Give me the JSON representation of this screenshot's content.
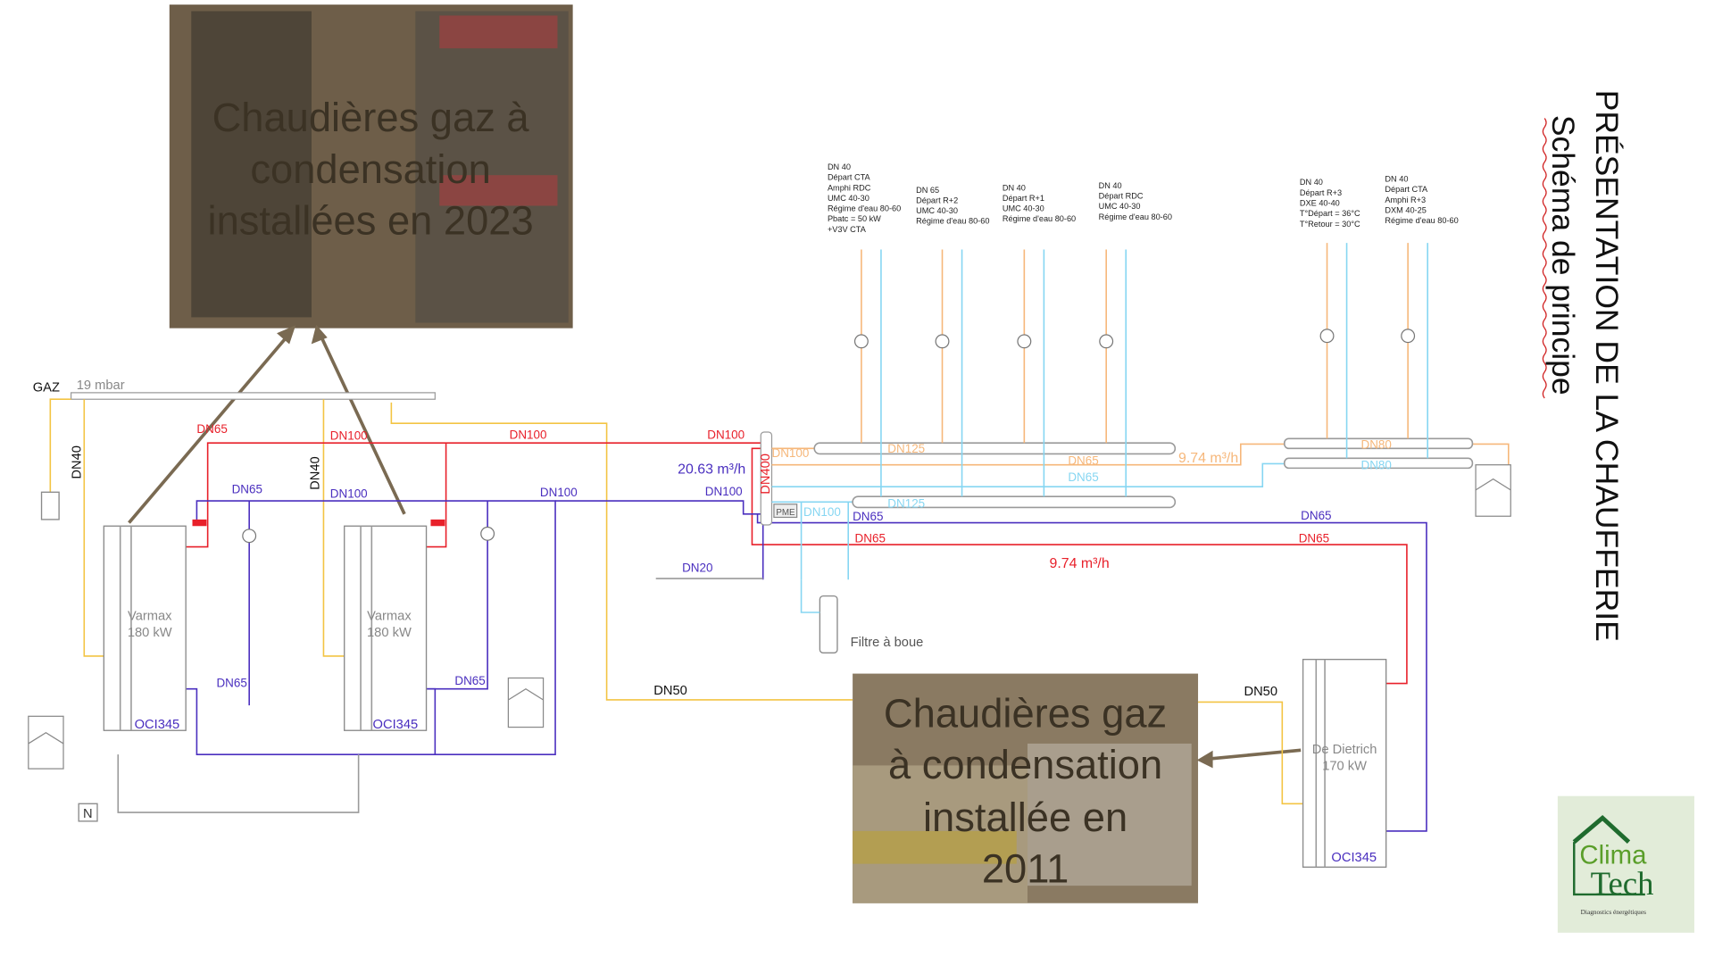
{
  "title": "PRÉSENTATION DE LA CHAUFFERIE",
  "subtitle": "Schéma de principe",
  "photos": {
    "top": [
      "Chaudières gaz à",
      "condensation",
      "installées en 2023"
    ],
    "bottom": [
      "Chaudières gaz",
      "à condensation",
      "installée en",
      "2011"
    ]
  },
  "gas": {
    "label": "GAZ",
    "pressure": "19 mbar",
    "dn40a": "DN40",
    "dn40b": "DN40",
    "dn50a": "DN50",
    "dn50b": "DN50"
  },
  "boilers": [
    {
      "name": "Varmax",
      "power": "180 kW",
      "controller": "OCI345"
    },
    {
      "name": "Varmax",
      "power": "180 kW",
      "controller": "OCI345"
    },
    {
      "name": "De Dietrich",
      "power": "170 kW",
      "controller": "OCI345"
    }
  ],
  "pipes": {
    "red_dn65_1": "DN65",
    "red_dn100_1": "DN100",
    "red_dn100_2": "DN100",
    "red_dn100_3": "DN100",
    "pur_dn65_1": "DN65",
    "pur_dn100_1": "DN100",
    "pur_dn100_2": "DN100",
    "pur_dn100_3": "DN100",
    "pur_dn65_b1": "DN65",
    "pur_dn65_b2": "DN65",
    "dn400": "DN400",
    "ora_dn100": "DN100",
    "ora_dn125": "DN125",
    "ora_dn65": "DN65",
    "blu_dn65": "DN65",
    "blu_dn125": "DN125",
    "blu_dn100": "DN100",
    "pur_dn65_r": "DN65",
    "pur_dn65_r2": "DN65",
    "red_dn65_r": "DN65",
    "red_dn65_r2": "DN65",
    "ora_dn80": "DN80",
    "blu_dn80": "DN80",
    "dn20": "DN20",
    "pme": "PME"
  },
  "flows": {
    "primary": "20.63 m³/h",
    "red": "9.74 m³/h",
    "orange": "9.74 m³/h"
  },
  "filter": "Filtre à boue",
  "neutral": "N",
  "circuits": [
    [
      "DN 40",
      "Départ CTA",
      "Amphi RDC",
      "UMC 40-30",
      "Régime d'eau 80-60",
      "Pbatc = 50 kW",
      "+V3V CTA"
    ],
    [
      "DN 65",
      "Départ R+2",
      "UMC 40-30",
      "Régime d'eau 80-60"
    ],
    [
      "DN 40",
      "Départ R+1",
      "UMC 40-30",
      "Régime d'eau 80-60"
    ],
    [
      "DN 40",
      "Départ RDC",
      "UMC 40-30",
      "Régime d'eau 80-60"
    ],
    [
      "DN 40",
      "Départ R+3",
      "DXE 40-40",
      "T°Départ = 36°C",
      "T°Retour = 30°C"
    ],
    [
      "DN 40",
      "Départ CTA",
      "Amphi R+3",
      "DXM 40-25",
      "Régime d'eau 80-60"
    ]
  ],
  "logo": {
    "line1": "Clima",
    "line2": "Tech",
    "tagline": "Diagnostics énergétiques"
  },
  "colors": {
    "red": "#e8202a",
    "purple": "#4a2fbf",
    "orange": "#f6b77a",
    "blue": "#86d6f2",
    "gas": "#f3c443"
  }
}
